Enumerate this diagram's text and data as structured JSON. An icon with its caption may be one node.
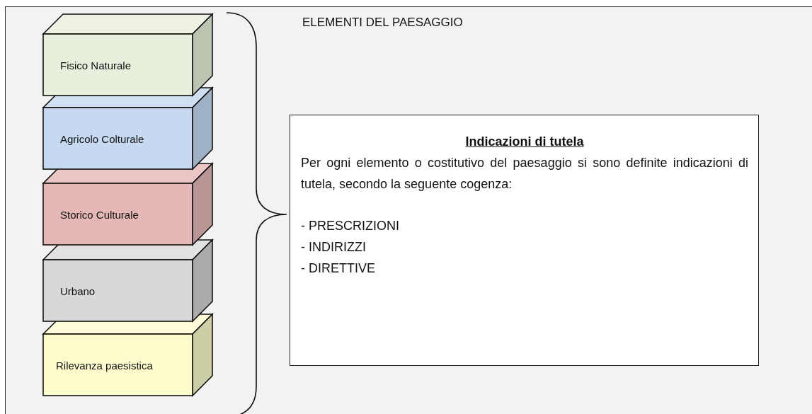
{
  "diagram": {
    "title": "ELEMENTI DEL PAESAGGIO",
    "nodes": [
      {
        "text": [
          "Fisico Naturale"
        ]
      },
      {
        "text": [
          "Agricolo Colturale"
        ]
      },
      {
        "text": [
          "Storico Culturale"
        ]
      },
      {
        "text": [
          "Urbano"
        ]
      },
      {
        "text": [
          "Rilevanza paesistica"
        ]
      },
      {
        "text": [
          "Indicazioni di tutela",
          "Per ogni elemento o costitutivo del paesaggio si sono definite indicazioni di tutela, secondo la seguente cogenza:",
          "- PRESCRIZIONI",
          "- INDIRIZZI",
          "- DIRETTIVE"
        ]
      }
    ]
  }
}
